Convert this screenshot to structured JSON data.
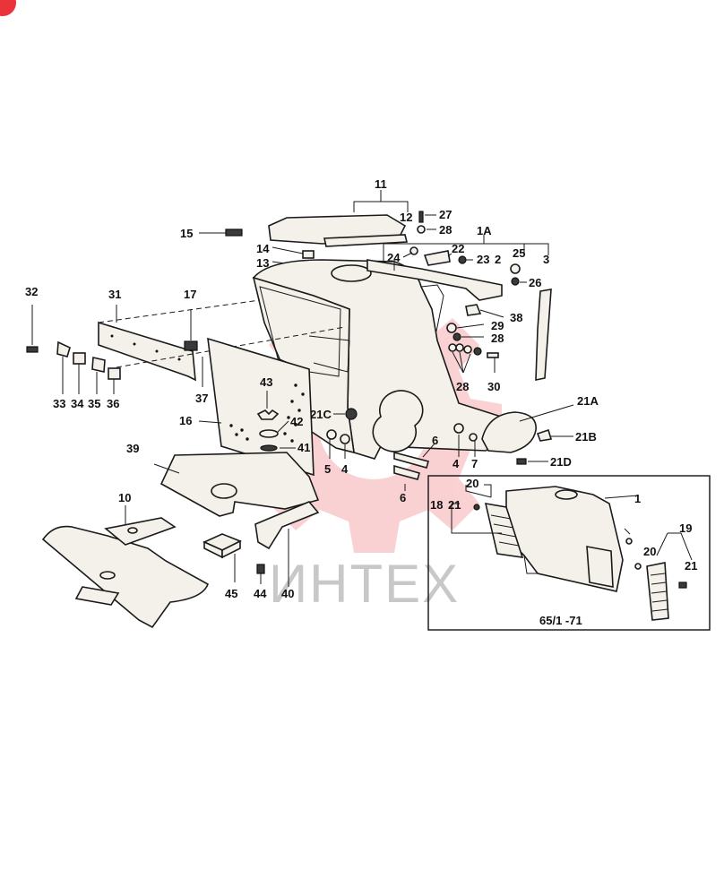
{
  "watermark": {
    "text": "ИНТЕХ",
    "color": "#e8343a"
  },
  "badge": {
    "color": "#e8343a"
  },
  "inset": {
    "caption": "65/1 -71"
  },
  "callouts": {
    "c11": "11",
    "c12": "12",
    "c27": "27",
    "c28a": "28",
    "c15": "15",
    "c1A": "1A",
    "c14": "14",
    "c22": "22",
    "c24": "24",
    "c23": "23",
    "c25": "25",
    "c2": "2",
    "c3": "3",
    "c13": "13",
    "c26": "26",
    "c32": "32",
    "c31": "31",
    "c17": "17",
    "c29": "29",
    "c38": "38",
    "c28b": "28",
    "c28c": "28",
    "c30": "30",
    "c33": "33",
    "c34": "34",
    "c35": "35",
    "c36": "36",
    "c37": "37",
    "c43": "43",
    "c21A": "21A",
    "c21C": "21C",
    "c16": "16",
    "c42": "42",
    "c41": "41",
    "c21B": "21B",
    "c6a": "6",
    "c5": "5",
    "c4a": "4",
    "c4b": "4",
    "c7": "7",
    "c21D": "21D",
    "c39": "39",
    "c6b": "6",
    "c20a": "20",
    "c1": "1",
    "c18": "18",
    "c21a": "21",
    "c10": "10",
    "c19": "19",
    "c20b": "20",
    "c21b": "21",
    "c45": "45",
    "c44": "44",
    "c40": "40"
  }
}
